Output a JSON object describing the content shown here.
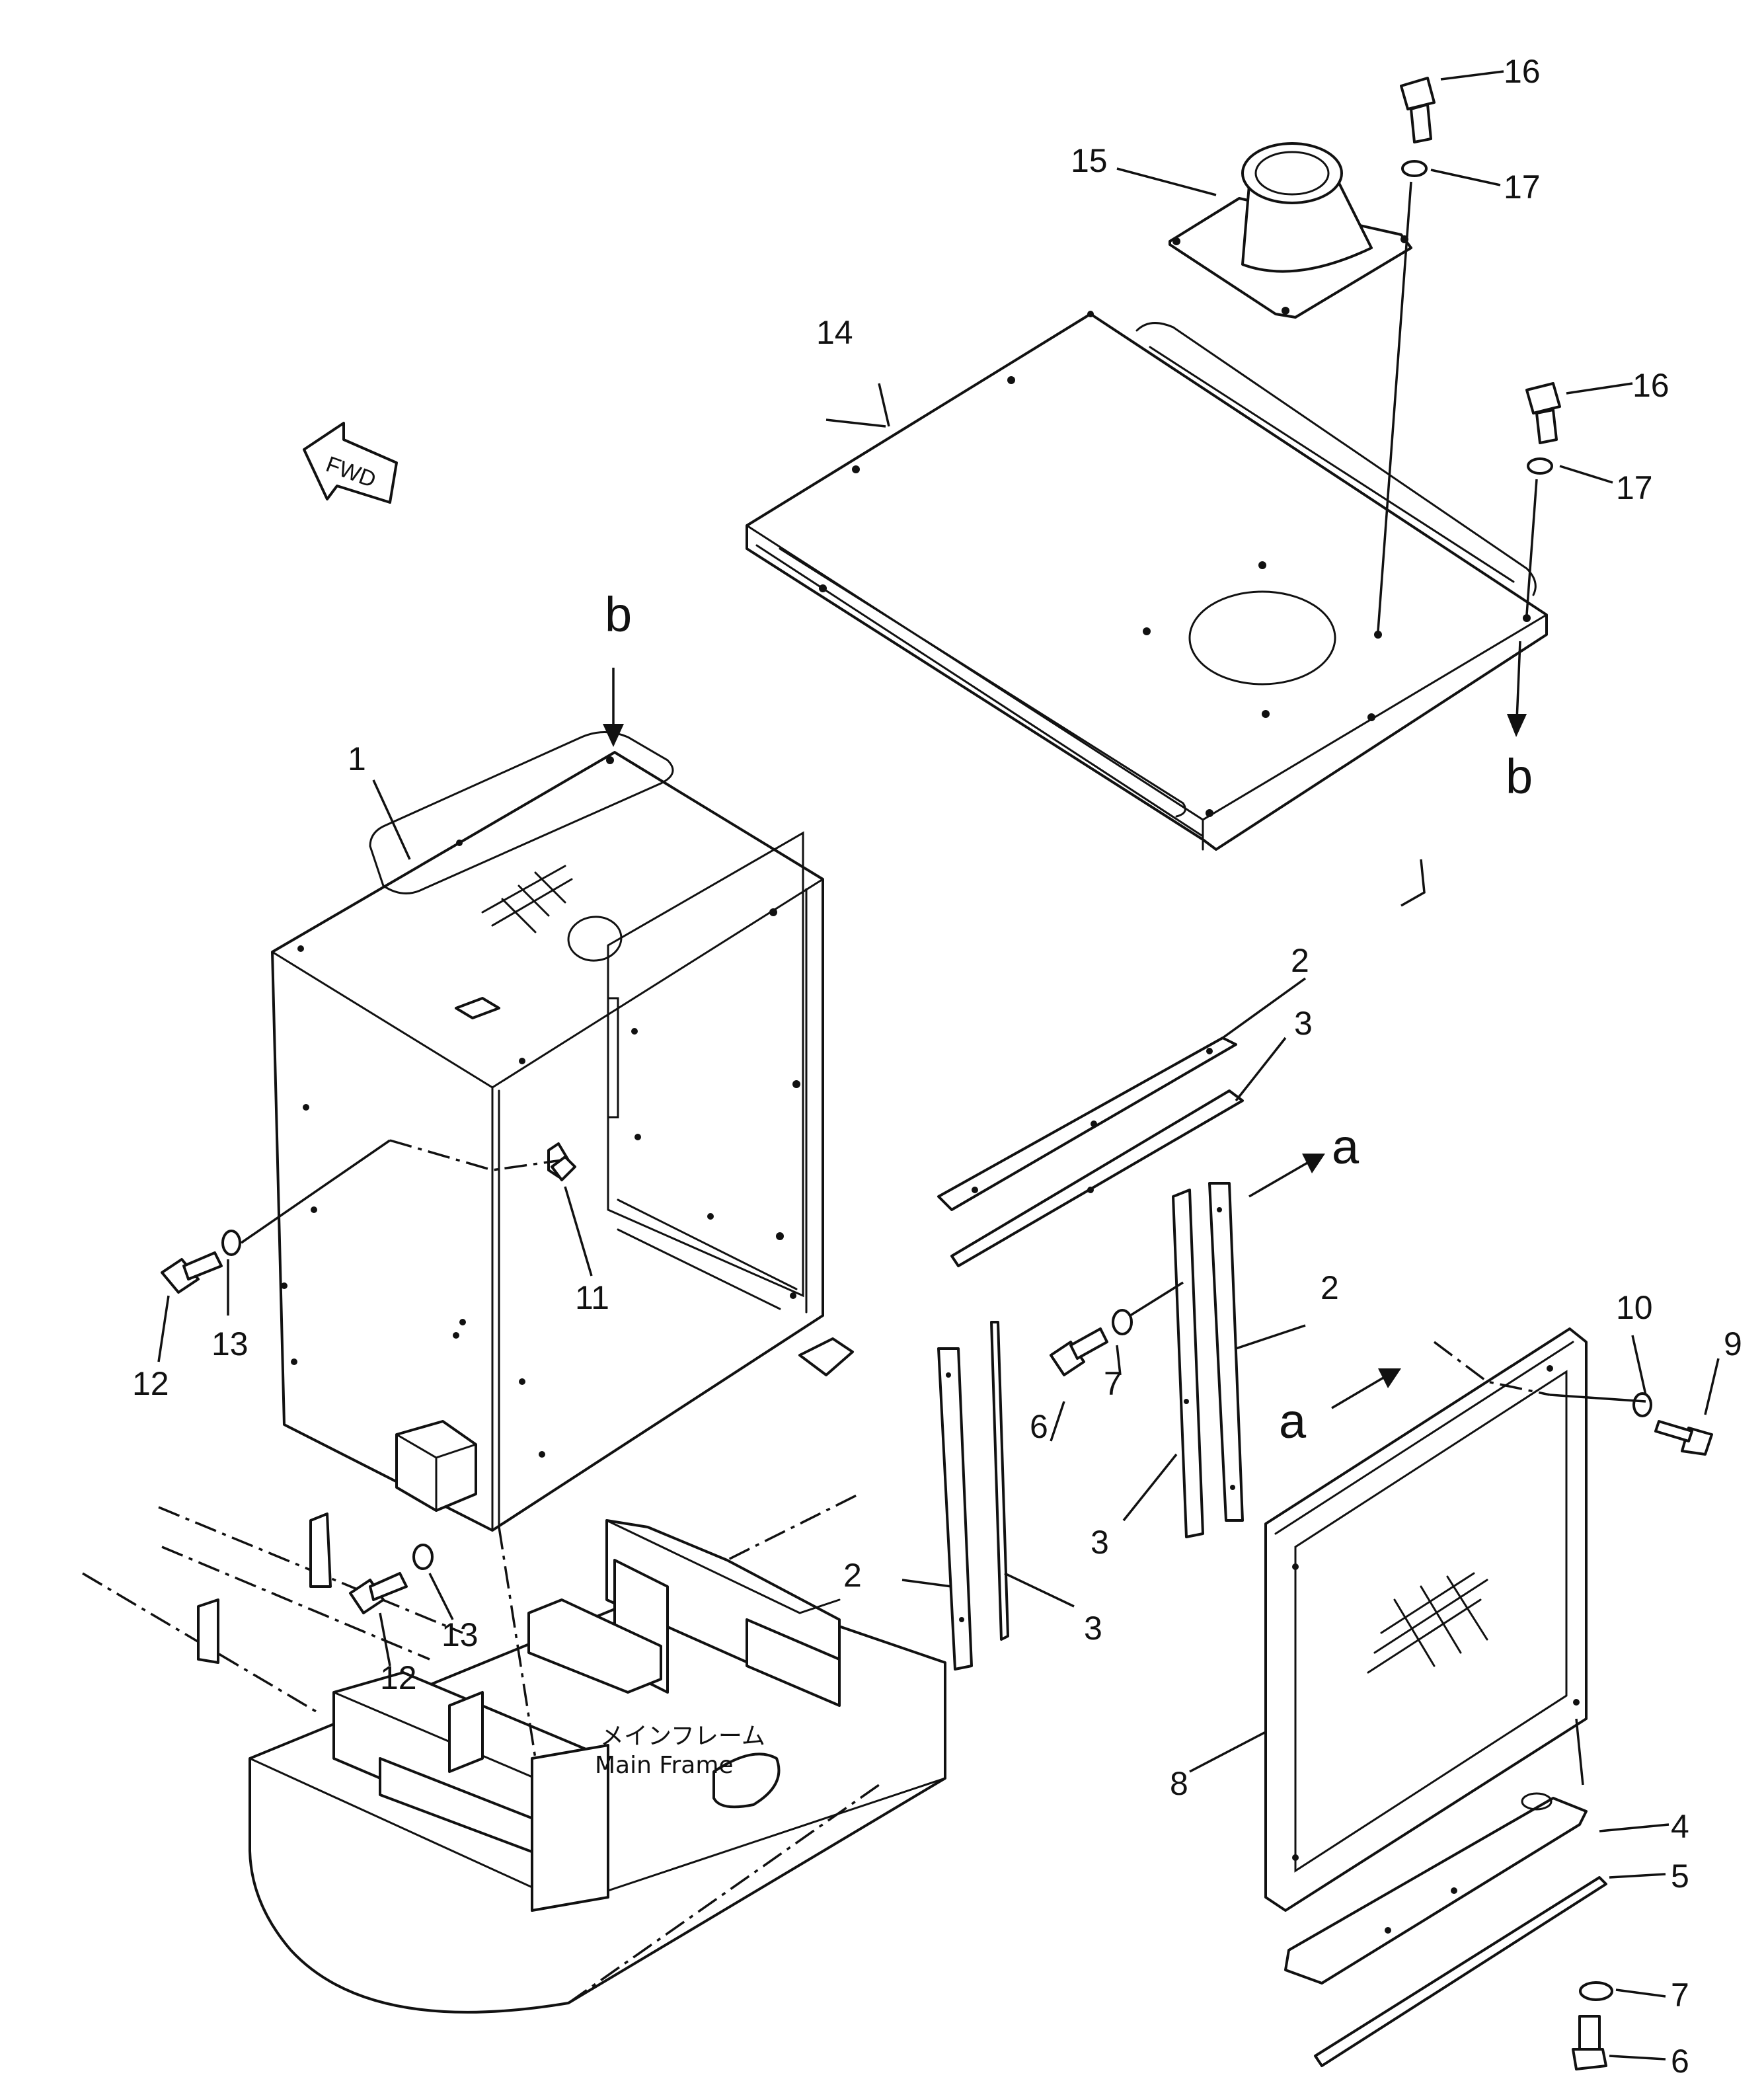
{
  "callouts": {
    "p1": "1",
    "p2a": "2",
    "p2b": "2",
    "p2c": "2",
    "p3a": "3",
    "p3b": "3",
    "p3c": "3",
    "p4": "4",
    "p5": "5",
    "p6a": "6",
    "p6b": "6",
    "p7a": "7",
    "p7b": "7",
    "p8": "8",
    "p9": "9",
    "p10": "10",
    "p11": "11",
    "p12a": "12",
    "p12b": "12",
    "p13a": "13",
    "p13b": "13",
    "p14": "14",
    "p15": "15",
    "p16a": "16",
    "p16b": "16",
    "p17a": "17",
    "p17b": "17"
  },
  "view_marks": {
    "b_top": "b",
    "b_bottom": "b",
    "a_top": "a",
    "a_bottom": "a"
  },
  "fwd_label": "FWD",
  "main_frame_label_jp": "メインフレーム",
  "main_frame_label_en": "Main  Frame"
}
